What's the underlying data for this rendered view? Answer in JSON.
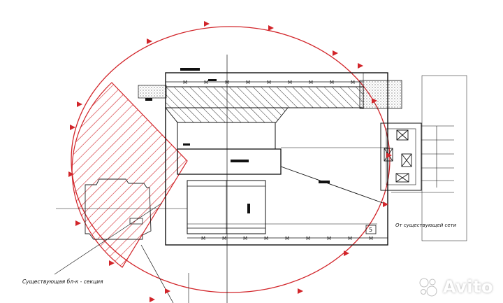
{
  "labels": {
    "existing_building": "Существующая бл-к - секция",
    "from_existing_network": "От существующей сети",
    "marker_numeral": "5"
  },
  "watermark": {
    "brand": "Avito"
  },
  "colors": {
    "line": "#111111",
    "red": "#d2252a",
    "hatch_red": "#d2252a"
  }
}
